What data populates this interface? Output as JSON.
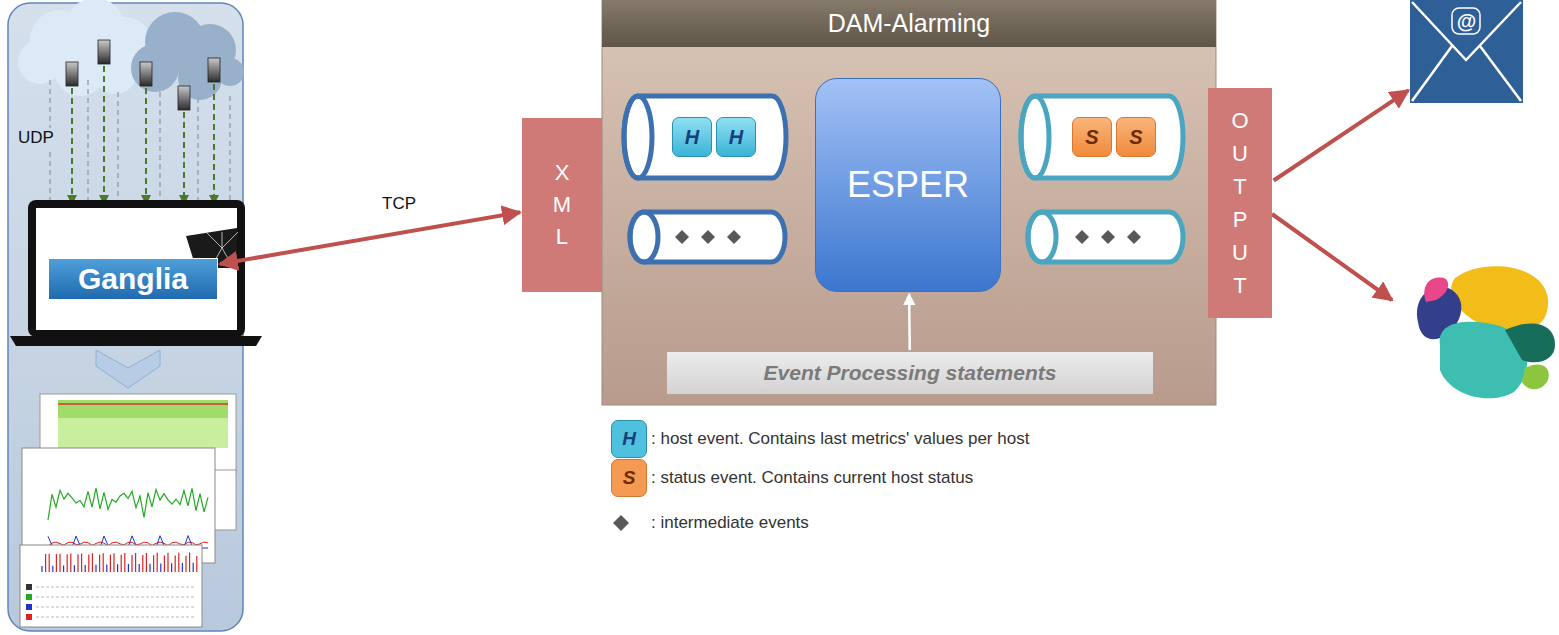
{
  "diagram": {
    "nodes": [
      {
        "text": [
          "Ganglia"
        ]
      },
      {
        "text": [
          "DAM-Alarming"
        ]
      },
      {
        "text": [
          "X M L"
        ],
        "in": 1
      },
      {
        "text": [
          "H"
        ],
        "in": 1
      },
      {
        "text": [
          "H"
        ],
        "in": 1
      },
      {
        "text": [
          "ESPER"
        ],
        "in": 1
      },
      {
        "text": [
          "S"
        ],
        "in": 1
      },
      {
        "text": [
          "S"
        ],
        "in": 1
      },
      {
        "text": [
          "O U T P U T"
        ],
        "in": 1
      },
      {
        "text": [
          "Event Processing statements"
        ],
        "in": 1
      },
      {
        "text": [
          "@"
        ]
      }
    ],
    "edges": [
      {
        "from": 0,
        "to": 2,
        "label": "TCP",
        "arrow": "both"
      },
      {
        "from": 9,
        "to": 5,
        "arrow": "to"
      },
      {
        "from": 8,
        "to": 10,
        "arrow": "to"
      }
    ],
    "labels": [
      "UDP",
      "H",
      "S"
    ],
    "legend": [
      {
        "text": ": host event. Contains last metrics' values per host",
        "color": "#4fc1df"
      },
      {
        "text": ": status event. Contains current host status",
        "color": "#f59a52"
      },
      {
        "text": ": intermediate events"
      }
    ]
  }
}
